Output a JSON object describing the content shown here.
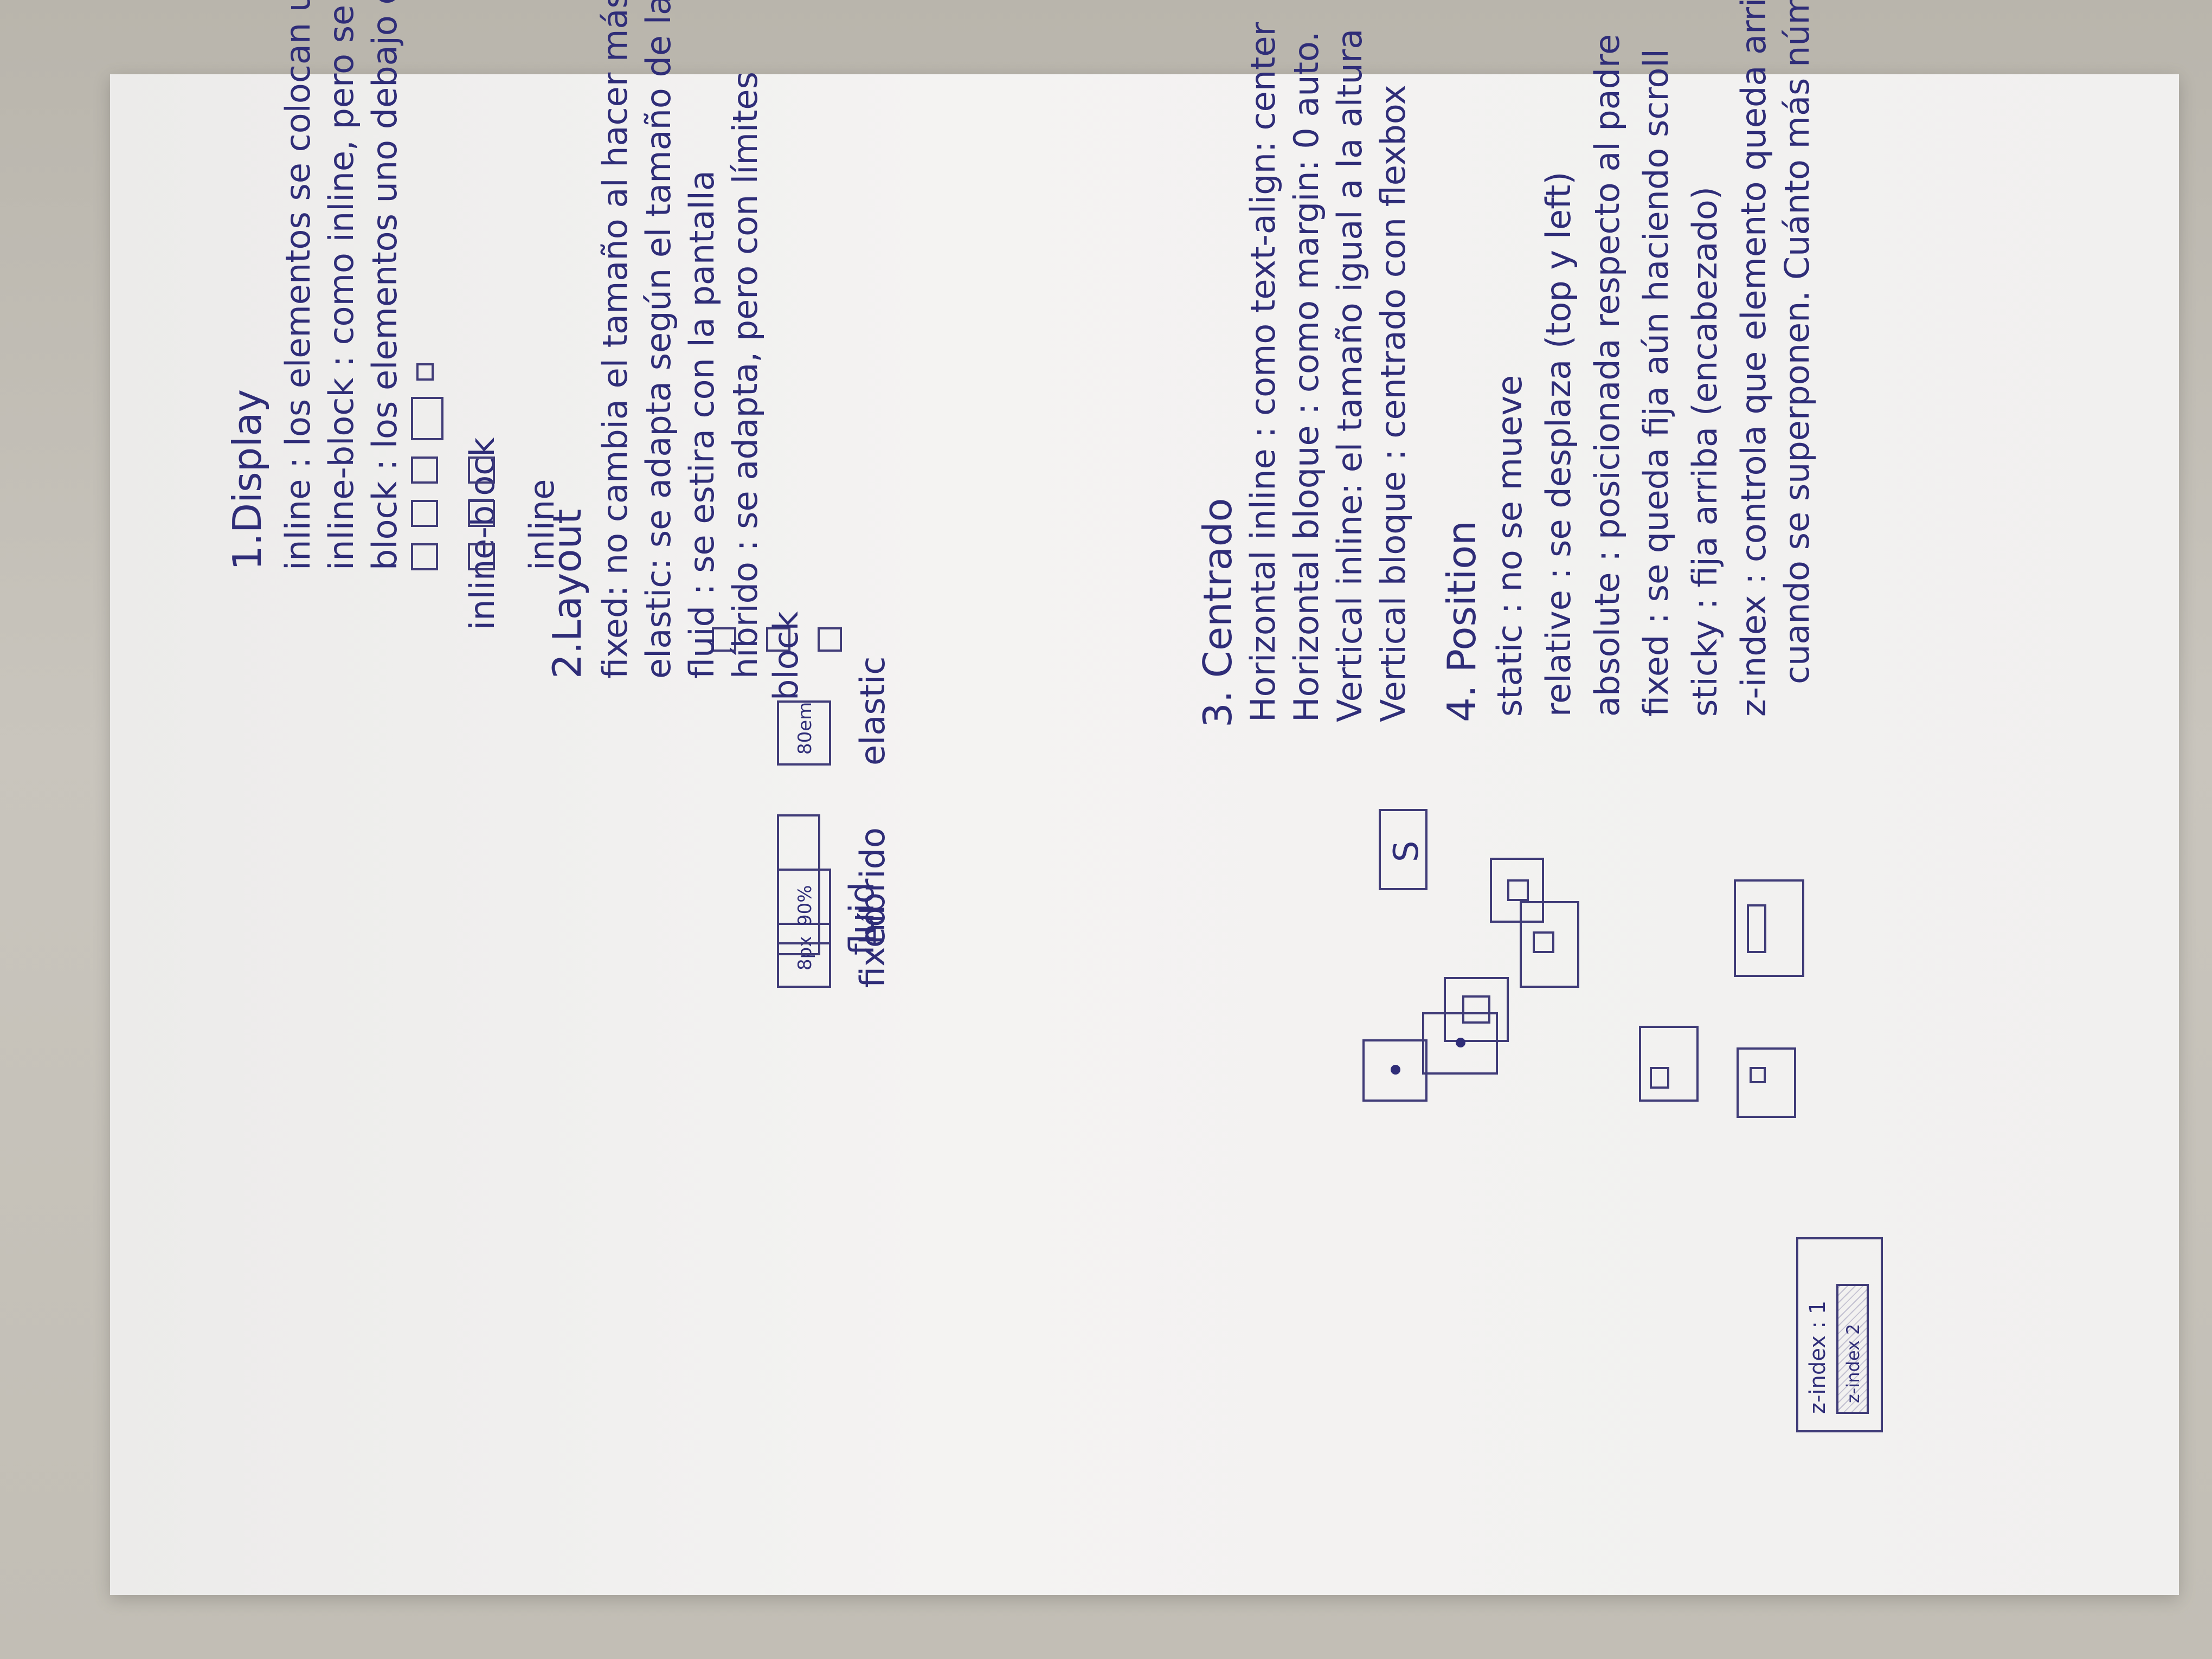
{
  "display": {
    "heading": "1.Display",
    "inline_desc": "inline : los elementos se colocan uno al lado del otro",
    "inline_block_desc": "inline-block : como inline, pero se les puede poner ancho y alto",
    "block_desc": "block : los elementos uno debajo del otro, ocupan toda la línea",
    "inline_label": "inline",
    "inline_block_label": "inline-block",
    "block_label": "block"
  },
  "layout": {
    "heading": "2.Layout",
    "fixed_desc": "fixed: no cambia el tamaño al hacer más grande o pequeña la página",
    "elastic_desc": "elastic: se adapta según el tamaño de la letra",
    "fluid_desc": "fluid : se estira con la pantalla",
    "hybrid_desc": "híbrido : se adapta, pero con límites",
    "fixed_box": "8px",
    "fixed_label": "fixed",
    "elastic_box": "80em",
    "elastic_label": "elastic",
    "fluid_label": "fluid",
    "hybrid_box": "90%",
    "hybrid_label": "híbrido"
  },
  "centrado": {
    "heading": "3. Centrado",
    "h_inline": "Horizontal inline : como text-align: center",
    "h_block": "Horizontal bloque : como margin: 0 auto.",
    "v_inline": "Vertical inline: el tamaño igual a la altura",
    "v_block": "Vertical bloque : centrado con flexbox",
    "s_letter": "S"
  },
  "position": {
    "heading": "4. Position",
    "static_desc": "static : no se mueve",
    "relative_desc": "relative : se desplaza (top y left)",
    "absolute_desc": "absolute : posicionada respecto al padre",
    "fixed_desc": "fixed : se queda fija aún haciendo scroll",
    "sticky_desc": "sticky : fija arriba (encabezado)",
    "zindex_line1": "z-index : controla que elemento queda arriba o debajo",
    "zindex_line2": "cuando se superponen. Cuánto más número, más arriba.",
    "zindex_outer": "z-index : 1",
    "zindex_inner": "z-index 2"
  }
}
